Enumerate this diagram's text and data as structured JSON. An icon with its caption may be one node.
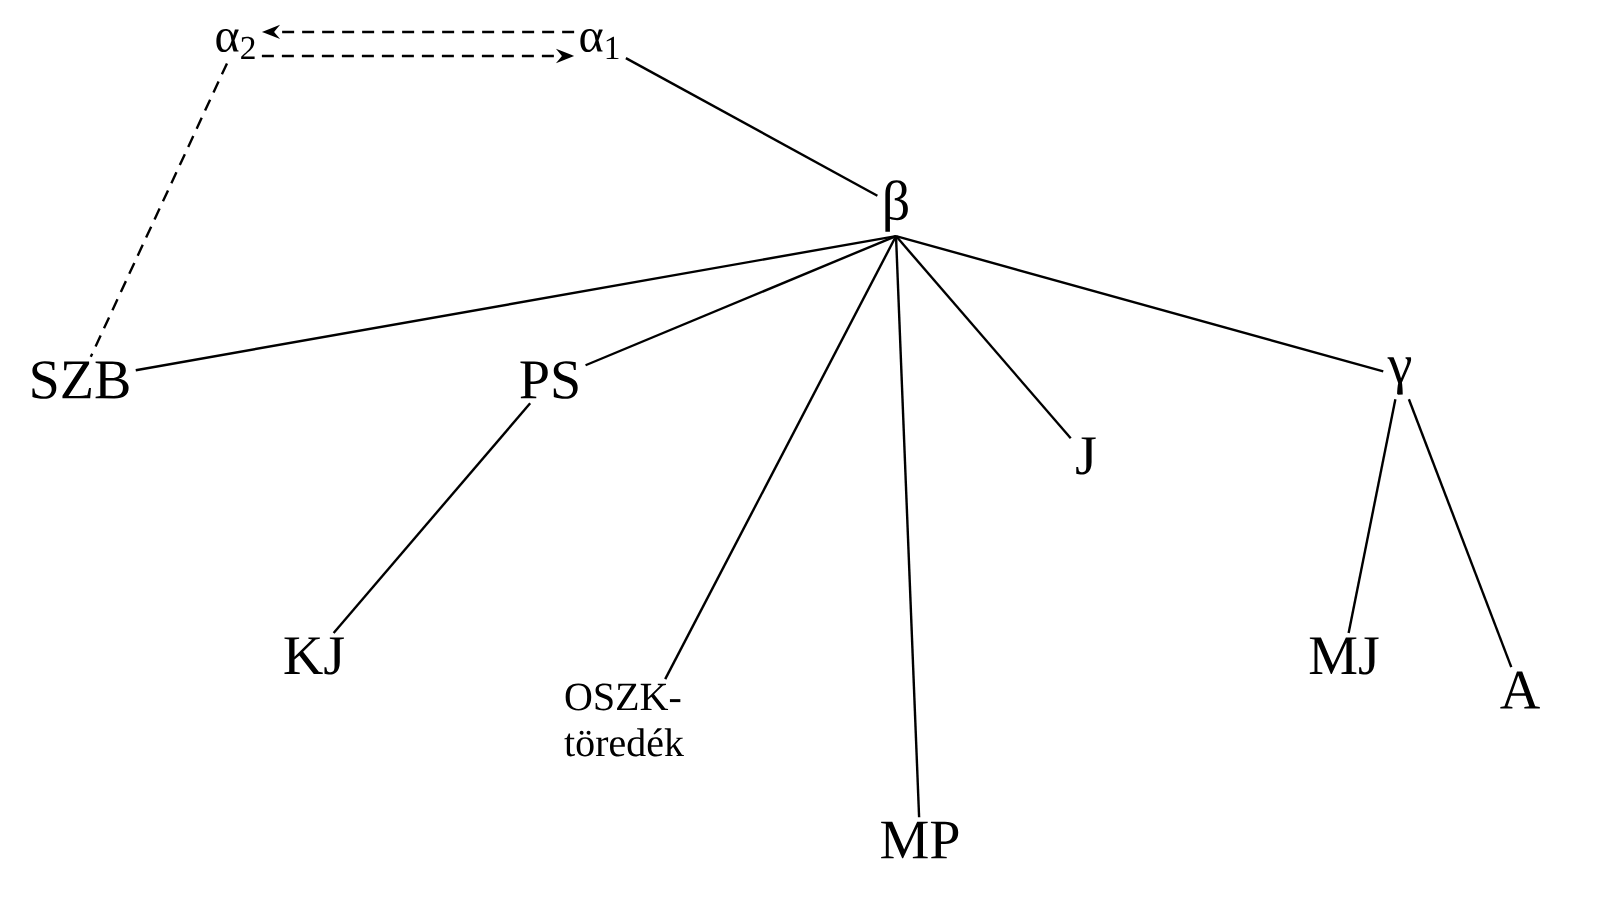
{
  "diagram": {
    "nodes": [
      {
        "text": [
          "α$_{2}$"
        ]
      },
      {
        "text": [
          "α$_{1}$"
        ]
      },
      {
        "text": [
          "β"
        ]
      },
      {
        "text": [
          "SZB"
        ]
      },
      {
        "text": [
          "PS"
        ]
      },
      {
        "text": [
          "J"
        ]
      },
      {
        "text": [
          "γ"
        ]
      },
      {
        "text": [
          "KJ"
        ]
      },
      {
        "text": [
          "OSZK-töredék"
        ]
      },
      {
        "text": [
          "MP"
        ]
      },
      {
        "text": [
          "MJ"
        ]
      },
      {
        "text": [
          "A"
        ]
      }
    ],
    "edges": [
      {
        "from": 1,
        "to": 0,
        "arrow": "to",
        "style": "dashed"
      },
      {
        "from": 0,
        "to": 1,
        "arrow": "to",
        "style": "dashed"
      },
      {
        "from": 0,
        "to": 3,
        "arrow": "none",
        "style": "dashed"
      },
      {
        "from": 1,
        "to": 2,
        "arrow": "none"
      },
      {
        "from": 2,
        "to": 3,
        "arrow": "none"
      },
      {
        "from": 2,
        "to": 4,
        "arrow": "none"
      },
      {
        "from": 2,
        "to": 8,
        "arrow": "none"
      },
      {
        "from": 2,
        "to": 9,
        "arrow": "none"
      },
      {
        "from": 2,
        "to": 5,
        "arrow": "none"
      },
      {
        "from": 2,
        "to": 6,
        "arrow": "none"
      },
      {
        "from": 4,
        "to": 7,
        "arrow": "none"
      },
      {
        "from": 6,
        "to": 10,
        "arrow": "none"
      },
      {
        "from": 6,
        "to": 11,
        "arrow": "none"
      }
    ]
  }
}
